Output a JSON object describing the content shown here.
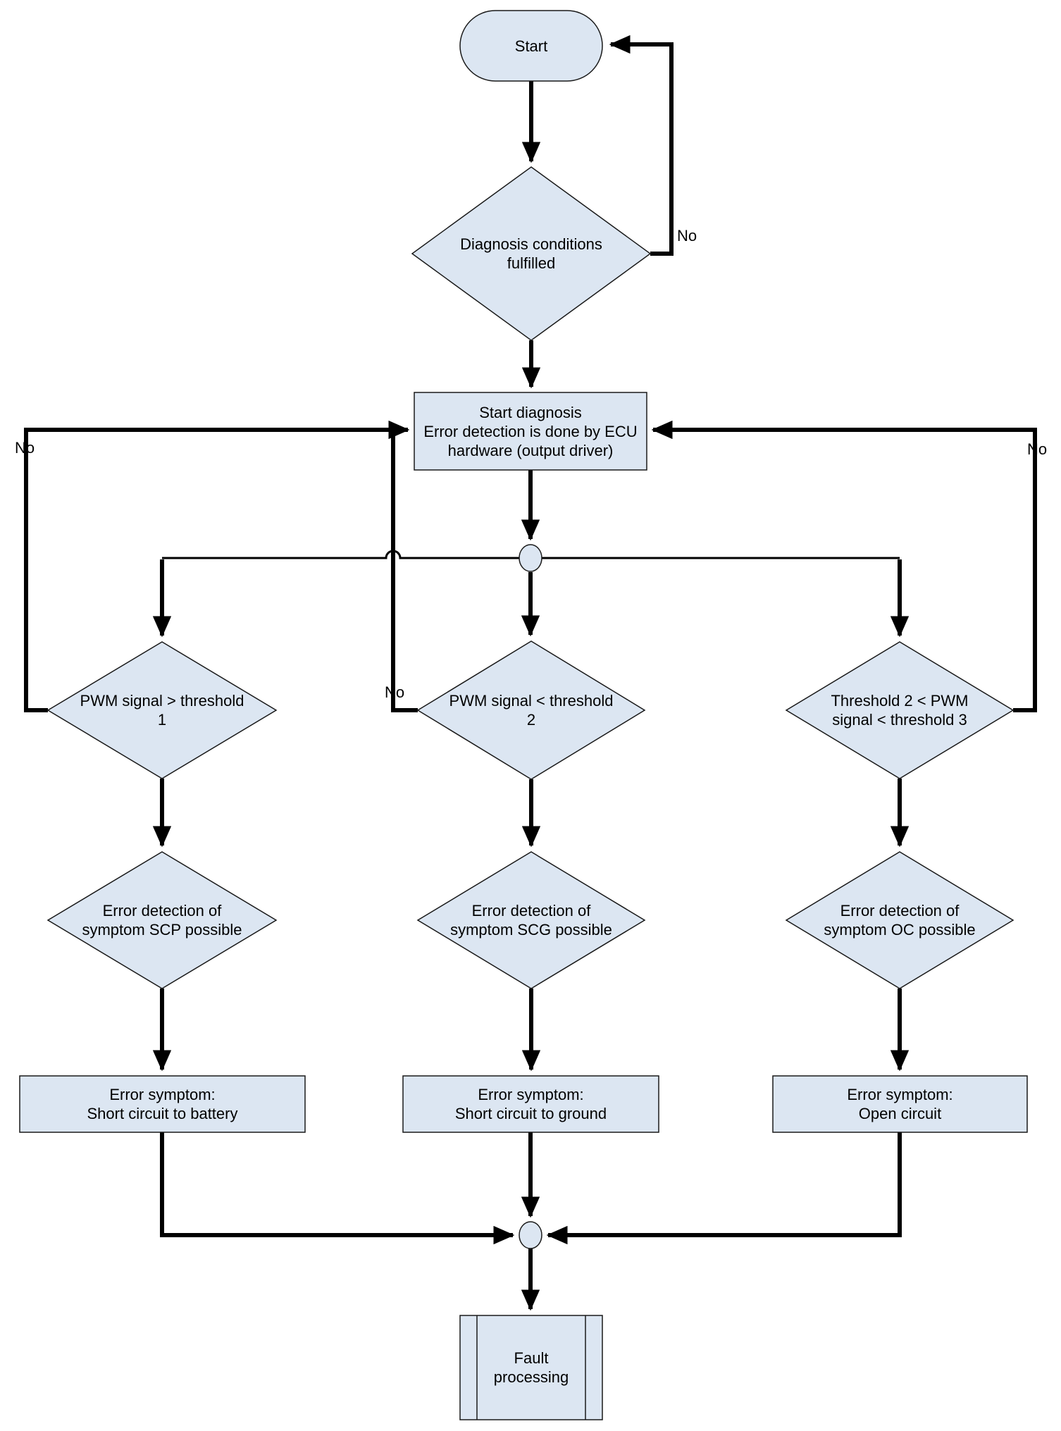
{
  "diagram": {
    "colors": {
      "background": "#ffffff",
      "node_fill": "#dce6f2",
      "node_border": "#1a1a1a",
      "line": "#000000"
    },
    "nodes": {
      "start": {
        "type": "terminator",
        "label": "Start"
      },
      "diagnosis_conditions": {
        "type": "decision",
        "label": "Diagnosis conditions\nfulfilled"
      },
      "start_diagnosis": {
        "type": "process",
        "label": "Start diagnosis\nError detection is done by ECU\nhardware (output driver)"
      },
      "junction_top": {
        "type": "connector",
        "label": ""
      },
      "pwm_gt_threshold_1": {
        "type": "decision",
        "label": "PWM signal > threshold\n1"
      },
      "pwm_lt_threshold_2": {
        "type": "decision",
        "label": "PWM signal < threshold\n2"
      },
      "threshold2_pwm_threshold3": {
        "type": "decision",
        "label": "Threshold 2 < PWM\nsignal < threshold 3"
      },
      "scp_possible": {
        "type": "decision",
        "label": "Error detection of\nsymptom SCP possible"
      },
      "scg_possible": {
        "type": "decision",
        "label": "Error detection of\nsymptom SCG possible"
      },
      "oc_possible": {
        "type": "decision",
        "label": "Error detection of\nsymptom OC possible"
      },
      "symptom_battery": {
        "type": "process",
        "label": "Error symptom:\nShort circuit to battery"
      },
      "symptom_ground": {
        "type": "process",
        "label": "Error symptom:\nShort circuit to ground"
      },
      "symptom_open": {
        "type": "process",
        "label": "Error symptom:\nOpen circuit"
      },
      "junction_bottom": {
        "type": "connector",
        "label": ""
      },
      "fault_processing": {
        "type": "predefined-process",
        "label": "Fault\nprocessing"
      }
    },
    "edge_labels": {
      "no_top": "No",
      "no_left": "No",
      "no_middle": "No",
      "no_right": "No"
    }
  }
}
